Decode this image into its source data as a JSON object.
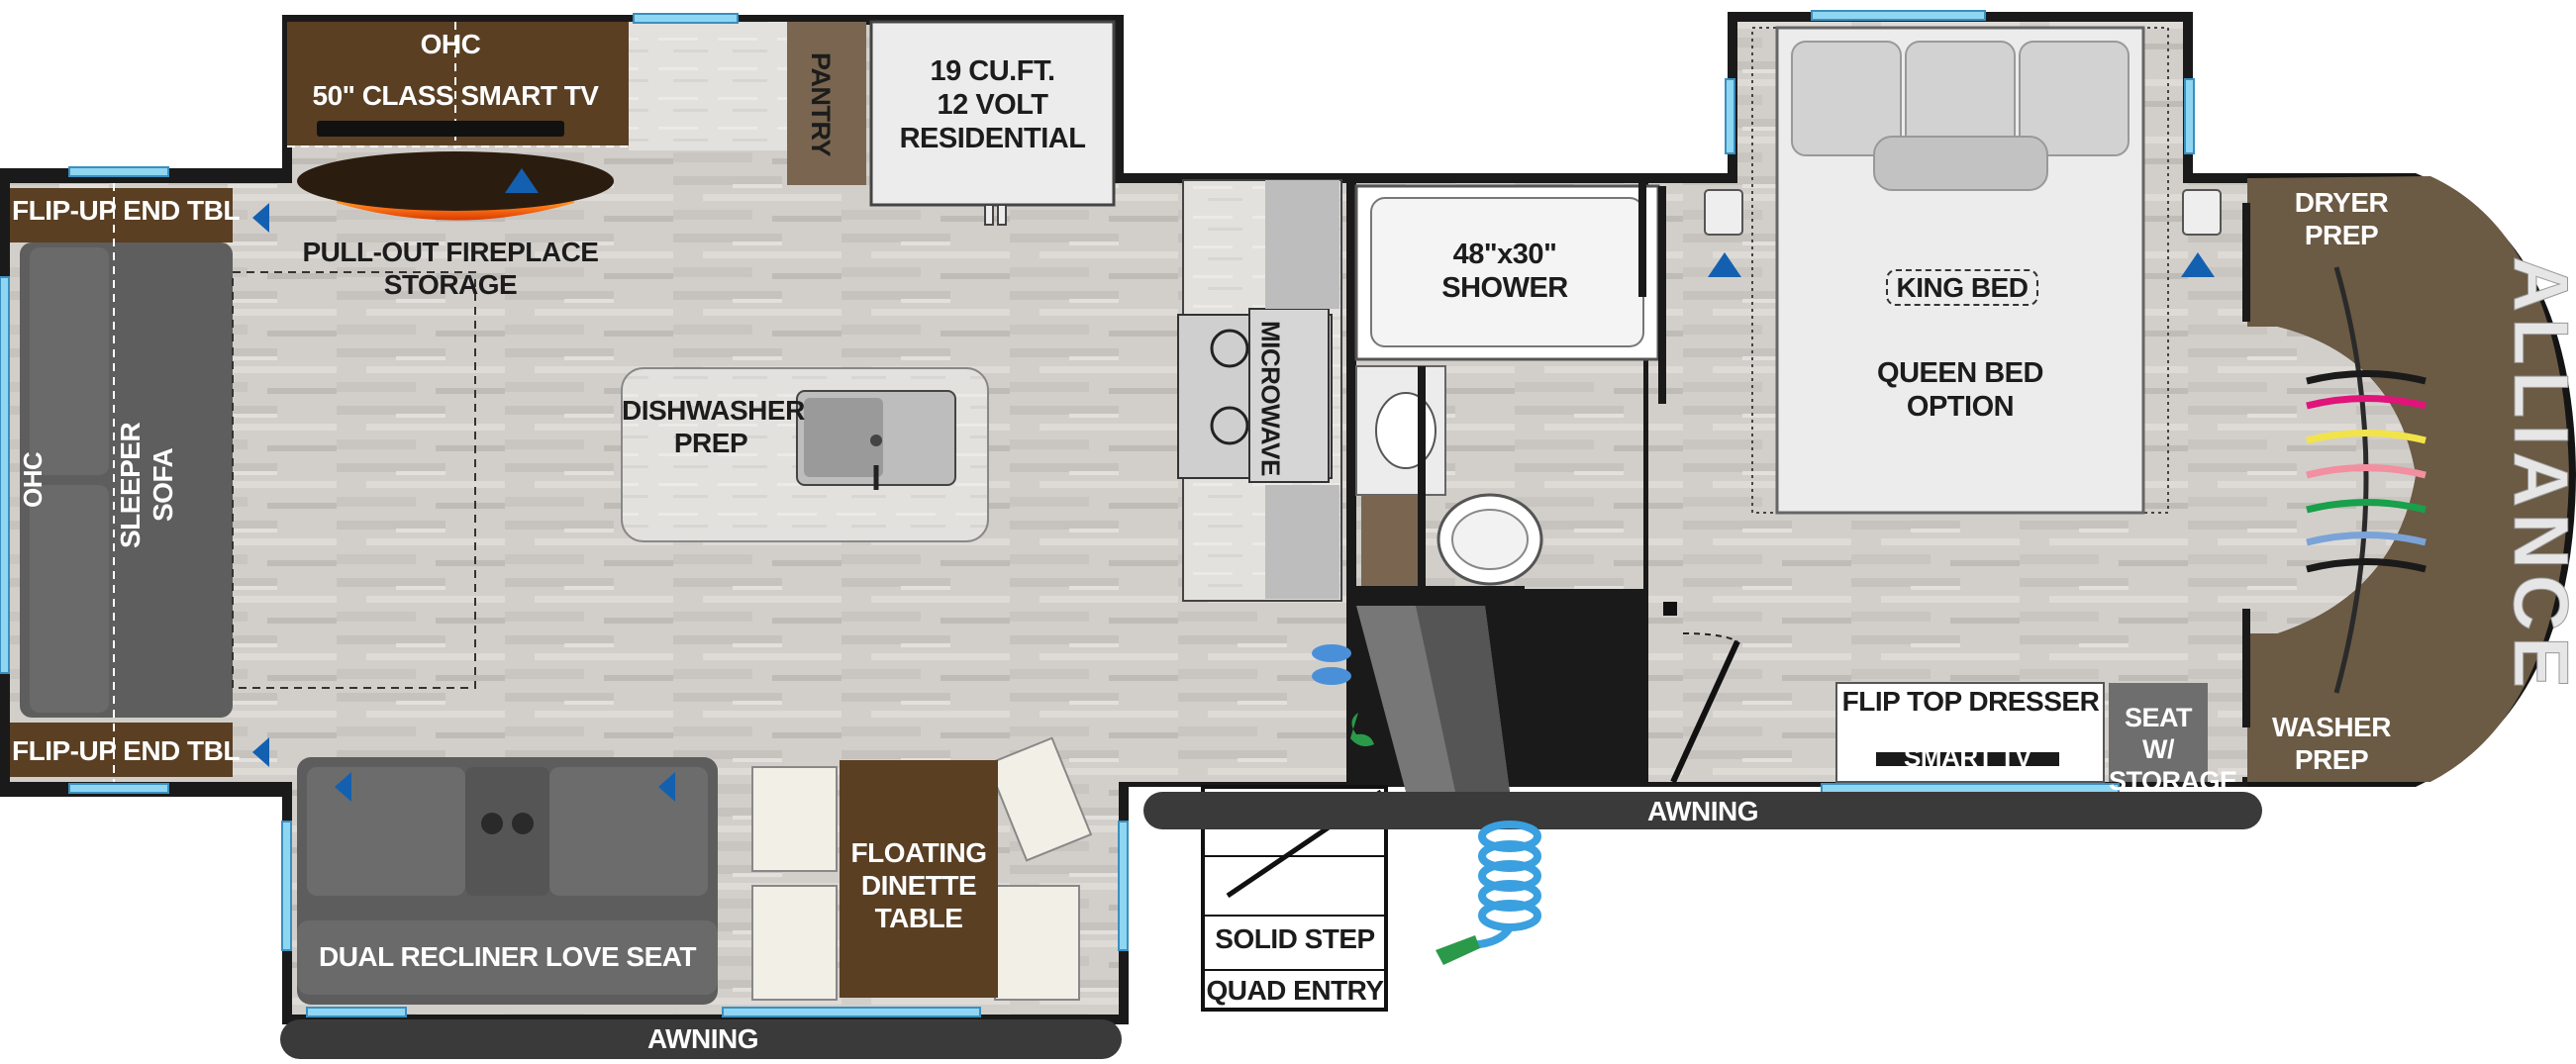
{
  "labels": {
    "ohc_top": "OHC",
    "smart_tv": "50\" CLASS SMART TV",
    "pantry": "PANTRY",
    "refrigerator": "19 CU.FT.\n12 VOLT\nRESIDENTIAL",
    "fireplace": "PULL-OUT FIREPLACE\nSTORAGE",
    "flip_up_end_tbl": "FLIP-UP END TBL",
    "ohc_rear": "OHC",
    "sleeper_sofa": "SLEEPER SOFA",
    "dishwasher_prep": "DISHWASHER\nPREP",
    "microwave": "MICROWAVE",
    "shower": "48\"x30\"\nSHOWER",
    "king_bed": "KING BED",
    "queen_bed_option": "QUEEN BED\nOPTION",
    "dryer_prep": "DRYER\nPREP",
    "washer_prep": "WASHER\nPREP",
    "flip_top_dresser": "FLIP TOP DRESSER",
    "smart_tv_bedroom": "SMART TV",
    "seat_storage": "SEAT W/\nSTORAGE",
    "awning": "AWNING",
    "dual_recliner_love_seat": "DUAL RECLINER LOVE SEAT",
    "floating_dinette_table": "FLOATING\nDINETTE\nTABLE",
    "solid_step": "SOLID STEP",
    "quad_entry": "QUAD ENTRY"
  },
  "brand": "ALLIANCE",
  "colors": {
    "wall": "#1a1a1a",
    "cabinet_brown": "#5a3f23",
    "upholstery_gray": "#5e5e5e",
    "window_blue": "#8fd6f2",
    "usb_blue": "#1460b0"
  }
}
